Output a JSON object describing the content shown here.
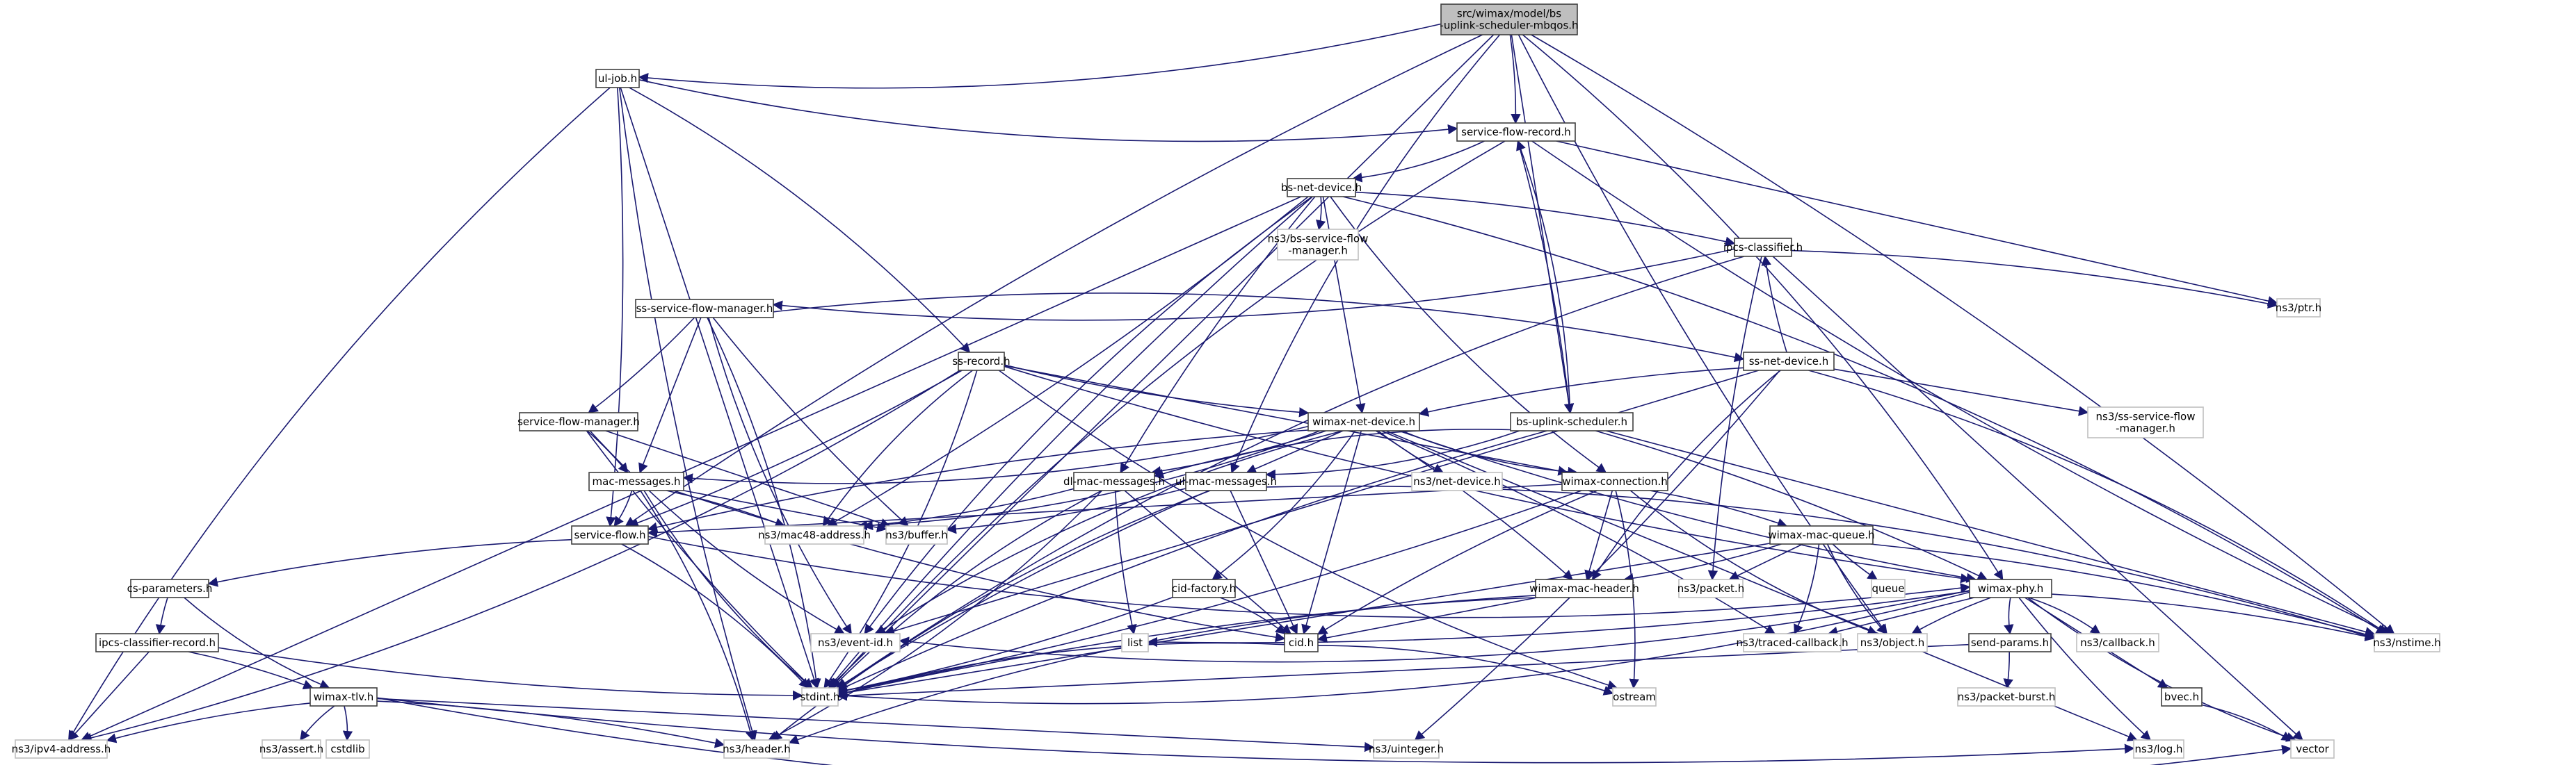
{
  "title": "src/wimax/model/bs-uplink-scheduler-mbqos.h",
  "colors": {
    "edge": "#191970",
    "root_fill": "#bfbfbf",
    "local_border": "#3f3f3f",
    "external_border": "#bfbfbf"
  },
  "nodes": [
    {
      "id": "root",
      "label": "src/wimax/model/bs\n-uplink-scheduler-mbqos.h",
      "kind": "root"
    },
    {
      "id": "ul-job",
      "label": "ul-job.h",
      "kind": "local"
    },
    {
      "id": "service-flow-record",
      "label": "service-flow-record.h",
      "kind": "local"
    },
    {
      "id": "bs-net-device",
      "label": "bs-net-device.h",
      "kind": "local"
    },
    {
      "id": "ns3-bs-service-flow-manager",
      "label": "ns3/bs-service-flow\n-manager.h",
      "kind": "external"
    },
    {
      "id": "ipcs-classifier",
      "label": "ipcs-classifier.h",
      "kind": "local"
    },
    {
      "id": "ns3-ptr",
      "label": "ns3/ptr.h",
      "kind": "external"
    },
    {
      "id": "ss-service-flow-manager",
      "label": "ss-service-flow-manager.h",
      "kind": "local"
    },
    {
      "id": "ss-net-device",
      "label": "ss-net-device.h",
      "kind": "local"
    },
    {
      "id": "ss-record",
      "label": "ss-record.h",
      "kind": "local"
    },
    {
      "id": "ns3-ss-service-flow-manager",
      "label": "ns3/ss-service-flow\n-manager.h",
      "kind": "external"
    },
    {
      "id": "service-flow-manager",
      "label": "service-flow-manager.h",
      "kind": "local"
    },
    {
      "id": "wimax-net-device",
      "label": "wimax-net-device.h",
      "kind": "local"
    },
    {
      "id": "bs-uplink-scheduler",
      "label": "bs-uplink-scheduler.h",
      "kind": "local"
    },
    {
      "id": "mac-messages",
      "label": "mac-messages.h",
      "kind": "local"
    },
    {
      "id": "dl-mac-messages",
      "label": "dl-mac-messages.h",
      "kind": "local"
    },
    {
      "id": "ul-mac-messages",
      "label": "ul-mac-messages.h",
      "kind": "local"
    },
    {
      "id": "ns3-net-device",
      "label": "ns3/net-device.h",
      "kind": "external"
    },
    {
      "id": "wimax-connection",
      "label": "wimax-connection.h",
      "kind": "local"
    },
    {
      "id": "service-flow",
      "label": "service-flow.h",
      "kind": "local"
    },
    {
      "id": "ns3-mac48-address",
      "label": "ns3/mac48-address.h",
      "kind": "external"
    },
    {
      "id": "ns3-buffer",
      "label": "ns3/buffer.h",
      "kind": "external"
    },
    {
      "id": "wimax-mac-queue",
      "label": "wimax-mac-queue.h",
      "kind": "local"
    },
    {
      "id": "cs-parameters",
      "label": "cs-parameters.h",
      "kind": "local"
    },
    {
      "id": "cid-factory",
      "label": "cid-factory.h",
      "kind": "local"
    },
    {
      "id": "wimax-mac-header",
      "label": "wimax-mac-header.h",
      "kind": "local"
    },
    {
      "id": "ns3-packet",
      "label": "ns3/packet.h",
      "kind": "external"
    },
    {
      "id": "queue",
      "label": "queue",
      "kind": "external"
    },
    {
      "id": "wimax-phy",
      "label": "wimax-phy.h",
      "kind": "local"
    },
    {
      "id": "ipcs-classifier-record",
      "label": "ipcs-classifier-record.h",
      "kind": "local"
    },
    {
      "id": "ns3-event-id",
      "label": "ns3/event-id.h",
      "kind": "external"
    },
    {
      "id": "list",
      "label": "list",
      "kind": "external"
    },
    {
      "id": "cid",
      "label": "cid.h",
      "kind": "local"
    },
    {
      "id": "ns3-traced-callback",
      "label": "ns3/traced-callback.h",
      "kind": "external"
    },
    {
      "id": "ns3-object",
      "label": "ns3/object.h",
      "kind": "external"
    },
    {
      "id": "send-params",
      "label": "send-params.h",
      "kind": "local"
    },
    {
      "id": "ns3-callback",
      "label": "ns3/callback.h",
      "kind": "external"
    },
    {
      "id": "ns3-nstime",
      "label": "ns3/nstime.h",
      "kind": "external"
    },
    {
      "id": "wimax-tlv",
      "label": "wimax-tlv.h",
      "kind": "local"
    },
    {
      "id": "stdint",
      "label": "stdint.h",
      "kind": "external"
    },
    {
      "id": "ostream",
      "label": "ostream",
      "kind": "external"
    },
    {
      "id": "ns3-packet-burst",
      "label": "ns3/packet-burst.h",
      "kind": "external"
    },
    {
      "id": "bvec",
      "label": "bvec.h",
      "kind": "local"
    },
    {
      "id": "ns3-ipv4-address",
      "label": "ns3/ipv4-address.h",
      "kind": "external"
    },
    {
      "id": "ns3-assert",
      "label": "ns3/assert.h",
      "kind": "external"
    },
    {
      "id": "cstdlib",
      "label": "cstdlib",
      "kind": "external"
    },
    {
      "id": "ns3-header",
      "label": "ns3/header.h",
      "kind": "external"
    },
    {
      "id": "ns3-uinteger",
      "label": "ns3/uinteger.h",
      "kind": "external"
    },
    {
      "id": "ns3-log",
      "label": "ns3/log.h",
      "kind": "external"
    },
    {
      "id": "vector",
      "label": "vector",
      "kind": "external"
    }
  ],
  "edges": [
    [
      "root",
      "ul-job"
    ],
    [
      "root",
      "service-flow-record"
    ],
    [
      "root",
      "bs-uplink-scheduler"
    ],
    [
      "root",
      "service-flow"
    ],
    [
      "root",
      "ul-mac-messages"
    ],
    [
      "root",
      "wimax-phy"
    ],
    [
      "root",
      "ns3-nstime"
    ],
    [
      "root",
      "stdint"
    ],
    [
      "root",
      "ns3-object"
    ],
    [
      "ul-job",
      "service-flow-record"
    ],
    [
      "ul-job",
      "ss-record"
    ],
    [
      "ul-job",
      "service-flow"
    ],
    [
      "ul-job",
      "stdint"
    ],
    [
      "ul-job",
      "ns3-header"
    ],
    [
      "ul-job",
      "ns3-ipv4-address"
    ],
    [
      "service-flow-record",
      "bs-net-device"
    ],
    [
      "service-flow-record",
      "bs-uplink-scheduler"
    ],
    [
      "service-flow-record",
      "ns3-ptr"
    ],
    [
      "service-flow-record",
      "ns3-nstime"
    ],
    [
      "service-flow-record",
      "stdint"
    ],
    [
      "bs-net-device",
      "ns3-bs-service-flow-manager"
    ],
    [
      "bs-net-device",
      "ipcs-classifier"
    ],
    [
      "bs-net-device",
      "wimax-net-device"
    ],
    [
      "bs-net-device",
      "dl-mac-messages"
    ],
    [
      "bs-net-device",
      "wimax-connection"
    ],
    [
      "bs-net-device",
      "ns3-nstime"
    ],
    [
      "bs-net-device",
      "ns3-mac48-address"
    ],
    [
      "bs-net-device",
      "ns3-ipv4-address"
    ],
    [
      "bs-net-device",
      "stdint"
    ],
    [
      "bs-net-device",
      "ns3-event-id"
    ],
    [
      "ipcs-classifier",
      "ss-service-flow-manager"
    ],
    [
      "ipcs-classifier",
      "ns3-ptr"
    ],
    [
      "ipcs-classifier",
      "vector"
    ],
    [
      "ipcs-classifier",
      "ns3-packet"
    ],
    [
      "ipcs-classifier",
      "stdint"
    ],
    [
      "ss-service-flow-manager",
      "ss-net-device"
    ],
    [
      "ss-service-flow-manager",
      "service-flow-manager"
    ],
    [
      "ss-service-flow-manager",
      "mac-messages"
    ],
    [
      "ss-service-flow-manager",
      "ns3-buffer"
    ],
    [
      "ss-service-flow-manager",
      "ns3-event-id"
    ],
    [
      "ss-service-flow-manager",
      "stdint"
    ],
    [
      "ss-net-device",
      "ipcs-classifier"
    ],
    [
      "ss-net-device",
      "ns3-ss-service-flow-manager"
    ],
    [
      "ss-net-device",
      "wimax-net-device"
    ],
    [
      "ss-net-device",
      "wimax-mac-header"
    ],
    [
      "ss-net-device",
      "ns3-nstime"
    ],
    [
      "ss-net-device",
      "ns3-uinteger"
    ],
    [
      "ss-net-device",
      "ns3-event-id"
    ],
    [
      "ss-record",
      "wimax-net-device"
    ],
    [
      "ss-record",
      "ns3-mac48-address"
    ],
    [
      "ss-record",
      "ns3-ipv4-address"
    ],
    [
      "ss-record",
      "service-flow"
    ],
    [
      "ss-record",
      "wimax-connection"
    ],
    [
      "ss-record",
      "wimax-phy"
    ],
    [
      "ss-record",
      "ostream"
    ],
    [
      "ss-record",
      "stdint"
    ],
    [
      "service-flow-manager",
      "mac-messages"
    ],
    [
      "service-flow-manager",
      "ns3-buffer"
    ],
    [
      "service-flow-manager",
      "stdint"
    ],
    [
      "service-flow-manager",
      "ns3-event-id"
    ],
    [
      "wimax-net-device",
      "mac-messages"
    ],
    [
      "wimax-net-device",
      "dl-mac-messages"
    ],
    [
      "wimax-net-device",
      "ul-mac-messages"
    ],
    [
      "wimax-net-device",
      "ns3-net-device"
    ],
    [
      "wimax-net-device",
      "wimax-connection"
    ],
    [
      "wimax-net-device",
      "cid-factory"
    ],
    [
      "wimax-net-device",
      "wimax-mac-header"
    ],
    [
      "wimax-net-device",
      "cid"
    ],
    [
      "wimax-net-device",
      "wimax-phy"
    ],
    [
      "wimax-net-device",
      "ns3-event-id"
    ],
    [
      "wimax-net-device",
      "ns3-mac48-address"
    ],
    [
      "wimax-net-device",
      "ns3-traced-callback"
    ],
    [
      "wimax-net-device",
      "ns3-log"
    ],
    [
      "wimax-net-device",
      "service-flow"
    ],
    [
      "bs-uplink-scheduler",
      "service-flow-record"
    ],
    [
      "bs-uplink-scheduler",
      "ul-mac-messages"
    ],
    [
      "bs-uplink-scheduler",
      "wimax-phy"
    ],
    [
      "bs-uplink-scheduler",
      "ns3-nstime"
    ],
    [
      "bs-uplink-scheduler",
      "stdint"
    ],
    [
      "bs-uplink-scheduler",
      "dl-mac-messages"
    ],
    [
      "mac-messages",
      "service-flow"
    ],
    [
      "mac-messages",
      "ns3-mac48-address"
    ],
    [
      "mac-messages",
      "ns3-buffer"
    ],
    [
      "mac-messages",
      "cid"
    ],
    [
      "mac-messages",
      "stdint"
    ],
    [
      "mac-messages",
      "ns3-header"
    ],
    [
      "dl-mac-messages",
      "ns3-mac48-address"
    ],
    [
      "dl-mac-messages",
      "cid"
    ],
    [
      "dl-mac-messages",
      "list"
    ],
    [
      "dl-mac-messages",
      "stdint"
    ],
    [
      "dl-mac-messages",
      "ns3-header"
    ],
    [
      "ul-mac-messages",
      "ns3-buffer"
    ],
    [
      "ul-mac-messages",
      "cid"
    ],
    [
      "ul-mac-messages",
      "stdint"
    ],
    [
      "ul-mac-messages",
      "ns3-header"
    ],
    [
      "ul-mac-messages",
      "ns3-nstime"
    ],
    [
      "wimax-connection",
      "wimax-mac-queue"
    ],
    [
      "wimax-connection",
      "wimax-mac-header"
    ],
    [
      "wimax-connection",
      "cid"
    ],
    [
      "wimax-connection",
      "ns3-object"
    ],
    [
      "wimax-connection",
      "ostream"
    ],
    [
      "wimax-connection",
      "stdint"
    ],
    [
      "wimax-connection",
      "service-flow"
    ],
    [
      "service-flow",
      "cs-parameters"
    ],
    [
      "service-flow",
      "wimax-phy"
    ],
    [
      "service-flow",
      "stdint"
    ],
    [
      "wimax-mac-queue",
      "wimax-mac-header"
    ],
    [
      "wimax-mac-queue",
      "ns3-packet"
    ],
    [
      "wimax-mac-queue",
      "queue"
    ],
    [
      "wimax-mac-queue",
      "ns3-object"
    ],
    [
      "wimax-mac-queue",
      "ns3-traced-callback"
    ],
    [
      "wimax-mac-queue",
      "ns3-nstime"
    ],
    [
      "wimax-mac-queue",
      "stdint"
    ],
    [
      "cs-parameters",
      "ipcs-classifier-record"
    ],
    [
      "cs-parameters",
      "wimax-tlv"
    ],
    [
      "cid-factory",
      "cid"
    ],
    [
      "cid-factory",
      "stdint"
    ],
    [
      "wimax-mac-header",
      "cid"
    ],
    [
      "wimax-mac-header",
      "stdint"
    ],
    [
      "wimax-mac-header",
      "ns3-header"
    ],
    [
      "wimax-phy",
      "ns3-event-id"
    ],
    [
      "wimax-phy",
      "list"
    ],
    [
      "wimax-phy",
      "ns3-traced-callback"
    ],
    [
      "wimax-phy",
      "ns3-object"
    ],
    [
      "wimax-phy",
      "send-params"
    ],
    [
      "wimax-phy",
      "ns3-callback"
    ],
    [
      "wimax-phy",
      "ns3-nstime"
    ],
    [
      "wimax-phy",
      "bvec"
    ],
    [
      "wimax-phy",
      "ns3-log"
    ],
    [
      "wimax-phy",
      "vector"
    ],
    [
      "wimax-phy",
      "stdint"
    ],
    [
      "ipcs-classifier-record",
      "wimax-tlv"
    ],
    [
      "ipcs-classifier-record",
      "ns3-ipv4-address"
    ],
    [
      "ipcs-classifier-record",
      "stdint"
    ],
    [
      "cid",
      "stdint"
    ],
    [
      "cid",
      "ostream"
    ],
    [
      "send-params",
      "ns3-packet-burst"
    ],
    [
      "send-params",
      "stdint"
    ],
    [
      "wimax-tlv",
      "ns3-ipv4-address"
    ],
    [
      "wimax-tlv",
      "ns3-assert"
    ],
    [
      "wimax-tlv",
      "cstdlib"
    ],
    [
      "wimax-tlv",
      "ns3-header"
    ],
    [
      "wimax-tlv",
      "ns3-uinteger"
    ],
    [
      "wimax-tlv",
      "ns3-log"
    ],
    [
      "wimax-tlv",
      "vector"
    ],
    [
      "bvec",
      "vector"
    ]
  ]
}
